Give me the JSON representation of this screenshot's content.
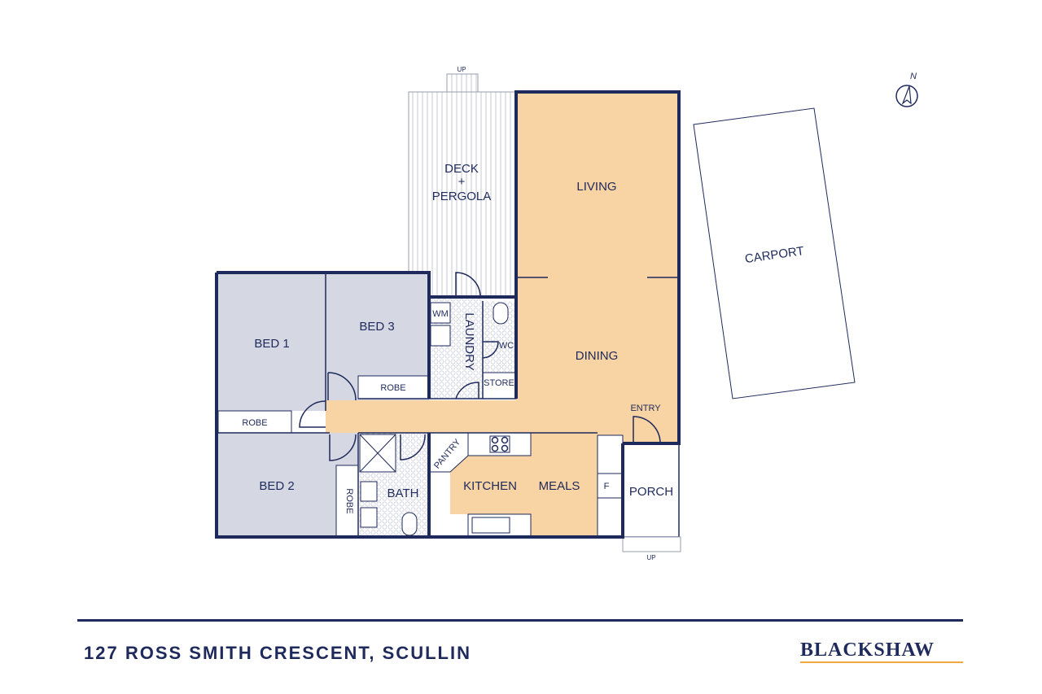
{
  "plan": {
    "rooms": {
      "deck_line1": "DECK",
      "deck_line2": "+",
      "deck_line3": "PERGOLA",
      "living": "LIVING",
      "dining": "DINING",
      "carport": "CARPORT",
      "bed1": "BED 1",
      "bed2": "BED 2",
      "bed3": "BED 3",
      "robe_bed1": "ROBE",
      "robe_bed3": "ROBE",
      "robe_bed2": "ROBE",
      "laundry": "LAUNDRY",
      "wm": "WM",
      "wc": "WC",
      "store": "STORE",
      "bath": "BATH",
      "pantry": "PANTRY",
      "kitchen": "KITCHEN",
      "meals": "MEALS",
      "fridge": "F",
      "entry": "ENTRY",
      "porch": "PORCH"
    },
    "stairs_deck": "UP",
    "stairs_porch": "UP",
    "north": "N"
  },
  "footer": {
    "address": "127 ROSS SMITH CRESCENT, SCULLIN",
    "brand": "BLACKSHAW"
  },
  "colors": {
    "navy": "#1f2a5c",
    "living": "#f8d3a3",
    "bedroom": "#d5d7e3",
    "accent": "#f2a93b"
  }
}
